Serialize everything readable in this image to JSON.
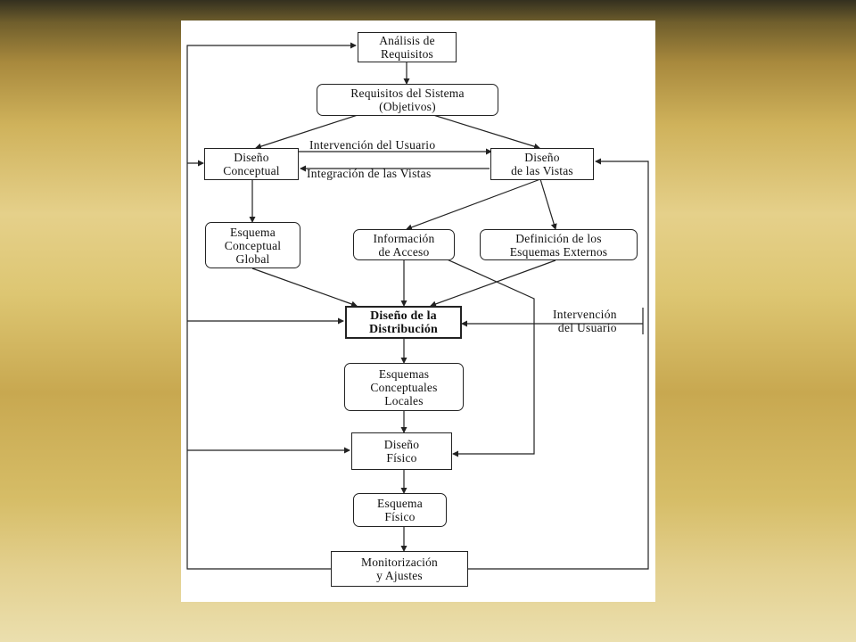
{
  "diagram": {
    "nodes": {
      "analisis": [
        "Análisis de",
        "Requisitos"
      ],
      "requisitos": [
        "Requisitos del Sistema",
        "(Objetivos)"
      ],
      "conceptual": [
        "Diseño",
        "Conceptual"
      ],
      "vistas": [
        "Diseño",
        "de las Vistas"
      ],
      "esquema_global": [
        "Esquema",
        "Conceptual",
        "Global"
      ],
      "info_acceso": [
        "Información",
        "de Acceso"
      ],
      "externos": [
        "Definición de los",
        "Esquemas Externos"
      ],
      "distribucion": [
        "Diseño de la",
        "Distribución"
      ],
      "locales": [
        "Esquemas",
        "Conceptuales",
        "Locales"
      ],
      "fisico": [
        "Diseño",
        "Físico"
      ],
      "esquema_fisico": [
        "Esquema",
        "Físico"
      ],
      "monitorizacion": [
        "Monitorización",
        "y Ajustes"
      ]
    },
    "labels": {
      "intervencion_top": "Intervención del Usuario",
      "integracion": "Integración de las Vistas",
      "intervencion_right": [
        "Intervención",
        "del Usuario"
      ]
    }
  }
}
